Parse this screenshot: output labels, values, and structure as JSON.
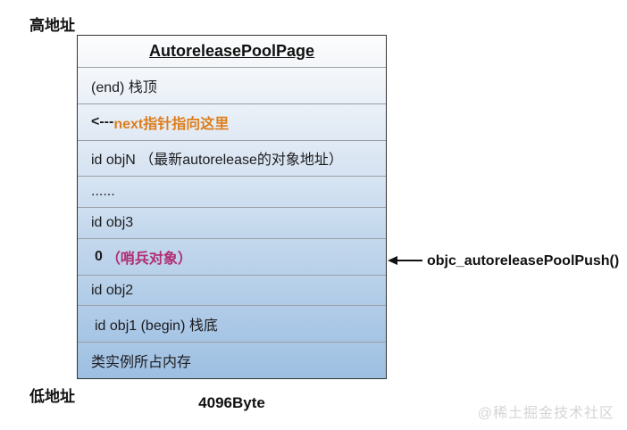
{
  "labels": {
    "high_address": "高地址",
    "low_address": "低地址",
    "page_size": "4096Byte",
    "watermark": "@稀土掘金技术社区"
  },
  "diagram": {
    "title": "AutoreleasePoolPage",
    "rows": [
      {
        "text": "(end) 栈顶"
      },
      {
        "prefix": "<---",
        "highlight": "next指针指向这里"
      },
      {
        "text": "id objN （最新autorelease的对象地址）"
      },
      {
        "text": "......"
      },
      {
        "text": "id obj3"
      },
      {
        "prefix": "0",
        "highlight": "（哨兵对象）"
      },
      {
        "text": "id obj2"
      },
      {
        "text": "id obj1 (begin) 栈底"
      },
      {
        "text": "类实例所占内存"
      }
    ],
    "annotation": "objc_autoreleasePoolPush()"
  },
  "colors": {
    "next_pointer_highlight": "#de7e1c",
    "sentinel_highlight": "#b02d72",
    "row_top_tint": "#f5f8fb",
    "row_bottom_tint": "#9cbee1"
  }
}
